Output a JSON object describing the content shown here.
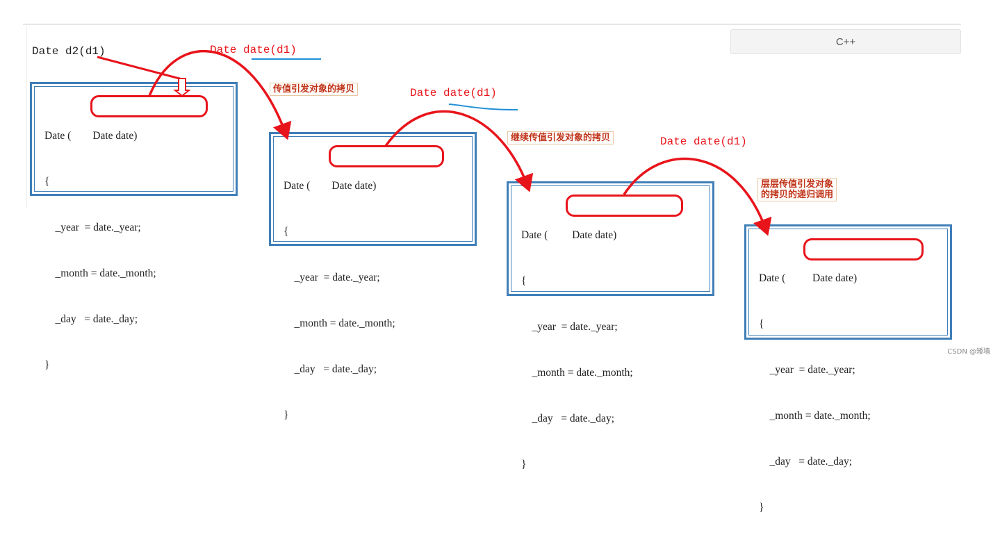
{
  "header": {
    "lang_button": "C++"
  },
  "top_code": "Date d2(d1)",
  "labels": {
    "call1": "Date date(d1)",
    "call2": "Date date(d1)",
    "call3": "Date date(d1)"
  },
  "notes": {
    "note1": "传值引发对象的拷贝",
    "note2": "继续传值引发对象的拷贝",
    "note3_line1": "层层传值引发对象",
    "note3_line2": "的拷贝的递归调用"
  },
  "boxes": [
    {
      "line0": "Date (        Date date)",
      "line1": "{",
      "line2": "    _year  = date._year;",
      "line3": "    _month = date._month;",
      "line4": "    _day   = date._day;",
      "line5": "}"
    },
    {
      "line0": "Date (        Date date)",
      "line1": "{",
      "line2": "    _year  = date._year;",
      "line3": "    _month = date._month;",
      "line4": "    _day   = date._day;",
      "line5": "}"
    },
    {
      "line0": "Date (         Date date)",
      "line1": "{",
      "line2": "    _year  = date._year;",
      "line3": "    _month = date._month;",
      "line4": "    _day   = date._day;",
      "line5": "}"
    },
    {
      "line0": "Date (          Date date)",
      "line1": "{",
      "line2": "    _year  = date._year;",
      "line3": "    _month = date._month;",
      "line4": "    _day   = date._day;",
      "line5": "}"
    }
  ],
  "watermark": "CSDN @矮墙",
  "colors": {
    "arrow_red": "#e8141b",
    "box_blue": "#3f7fb8",
    "underline_blue": "#1f8fd6"
  }
}
